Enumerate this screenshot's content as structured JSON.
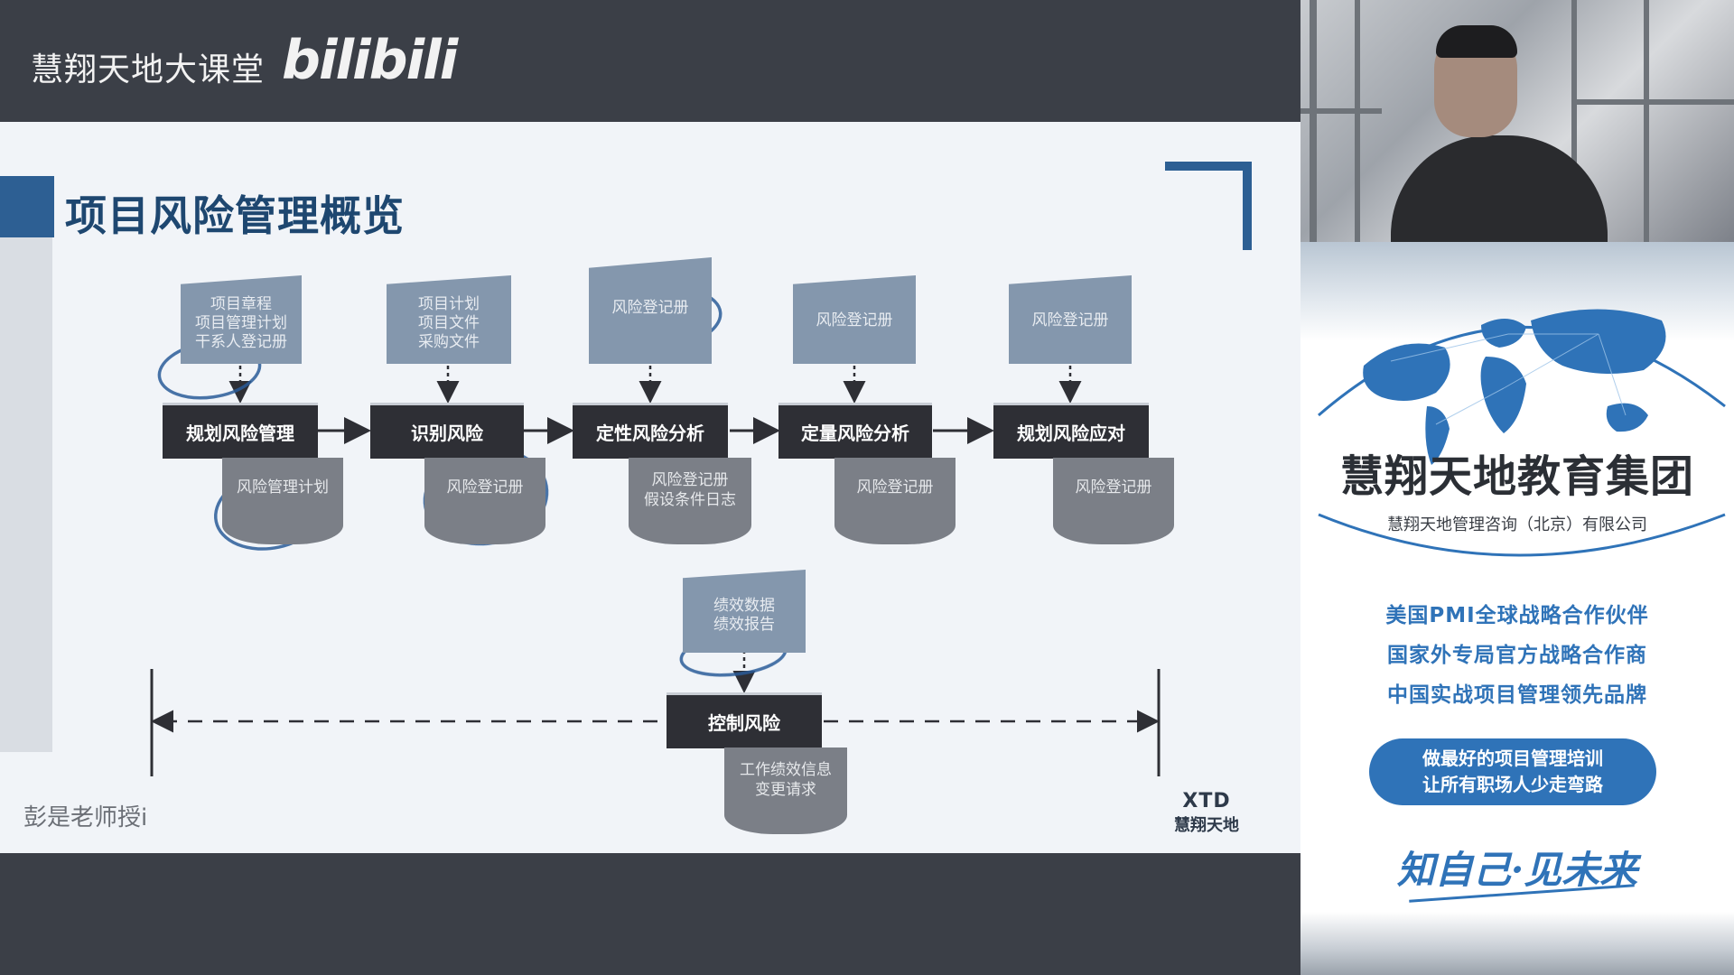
{
  "header": {
    "channel": "慧翔天地大课堂",
    "platform_logo": "bilibili"
  },
  "slide": {
    "title": "项目风险管理概览",
    "teacher": "彭是老师授i",
    "logo_top": "XTD",
    "logo_bottom": "慧翔天地",
    "inputs": [
      {
        "lines": [
          "项目章程",
          "项目管理计划",
          "干系人登记册"
        ]
      },
      {
        "lines": [
          "项目计划",
          "项目文件",
          "采购文件"
        ]
      },
      {
        "lines": [
          "风险登记册"
        ]
      },
      {
        "lines": [
          "风险登记册"
        ]
      },
      {
        "lines": [
          "风险登记册"
        ]
      }
    ],
    "processes": [
      "规划风险管理",
      "识别风险",
      "定性风险分析",
      "定量风险分析",
      "规划风险应对"
    ],
    "outputs": [
      {
        "lines": [
          "风险管理计划"
        ]
      },
      {
        "lines": [
          "风险登记册"
        ]
      },
      {
        "lines": [
          "风险登记册",
          "假设条件日志"
        ]
      },
      {
        "lines": [
          "风险登记册"
        ]
      },
      {
        "lines": [
          "风险登记册"
        ]
      }
    ],
    "control": {
      "input_lines": [
        "绩效数据",
        "绩效报告"
      ],
      "process": "控制风险",
      "output_lines": [
        "工作绩效信息",
        "变更请求"
      ]
    }
  },
  "sidebar": {
    "group_name": "慧翔天地教育集团",
    "company": "慧翔天地管理咨询（北京）有限公司",
    "taglines": [
      "美国PMI全球战略合作伙伴",
      "国家外专局官方战略合作商",
      "中国实战项目管理领先品牌"
    ],
    "pill_lines": [
      "做最好的项目管理培训",
      "让所有职场人少走弯路"
    ],
    "slogan": "知自己·见未来"
  },
  "colors": {
    "accent_blue": "#2d5f93",
    "brand_blue": "#2f73b8",
    "process_box": "#2e2f35",
    "input_doc": "#8497ad",
    "output_doc": "#7b7f87",
    "annotation_ink": "#2a5c99"
  }
}
